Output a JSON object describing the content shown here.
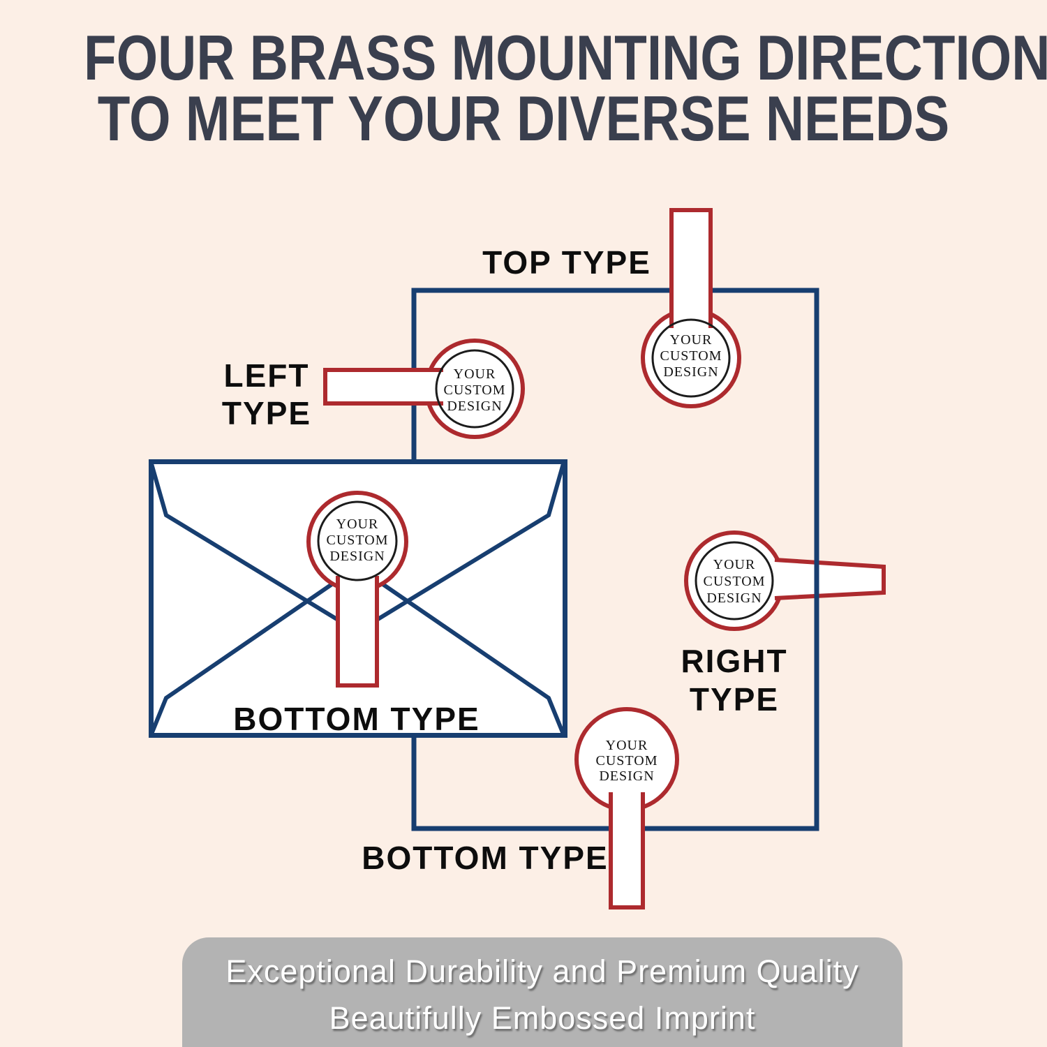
{
  "title": {
    "line1": "FOUR BRASS MOUNTING DIRECTIONS",
    "line2": "TO MEET YOUR DIVERSE NEEDS"
  },
  "labels": {
    "top": "TOP TYPE",
    "left": {
      "line1": "LEFT",
      "line2": "TYPE"
    },
    "right": {
      "line1": "RIGHT",
      "line2": "TYPE"
    },
    "bottom_envelope": "BOTTOM TYPE",
    "bottom_outer": "BOTTOM TYPE"
  },
  "stamp_text": {
    "line1": "YOUR",
    "line2": "CUSTOM",
    "line3": "DESIGN"
  },
  "banner": {
    "line1": "Exceptional Durability and Premium Quality",
    "line2": "Beautifully Embossed Imprint"
  },
  "colors": {
    "background": "#fcefe6",
    "navy": "#173e70",
    "red": "#ad2a2e",
    "ink": "#111111",
    "title": "#3a3f4e",
    "banner": "#b3b3b3",
    "banner_text": "#ffffff"
  }
}
